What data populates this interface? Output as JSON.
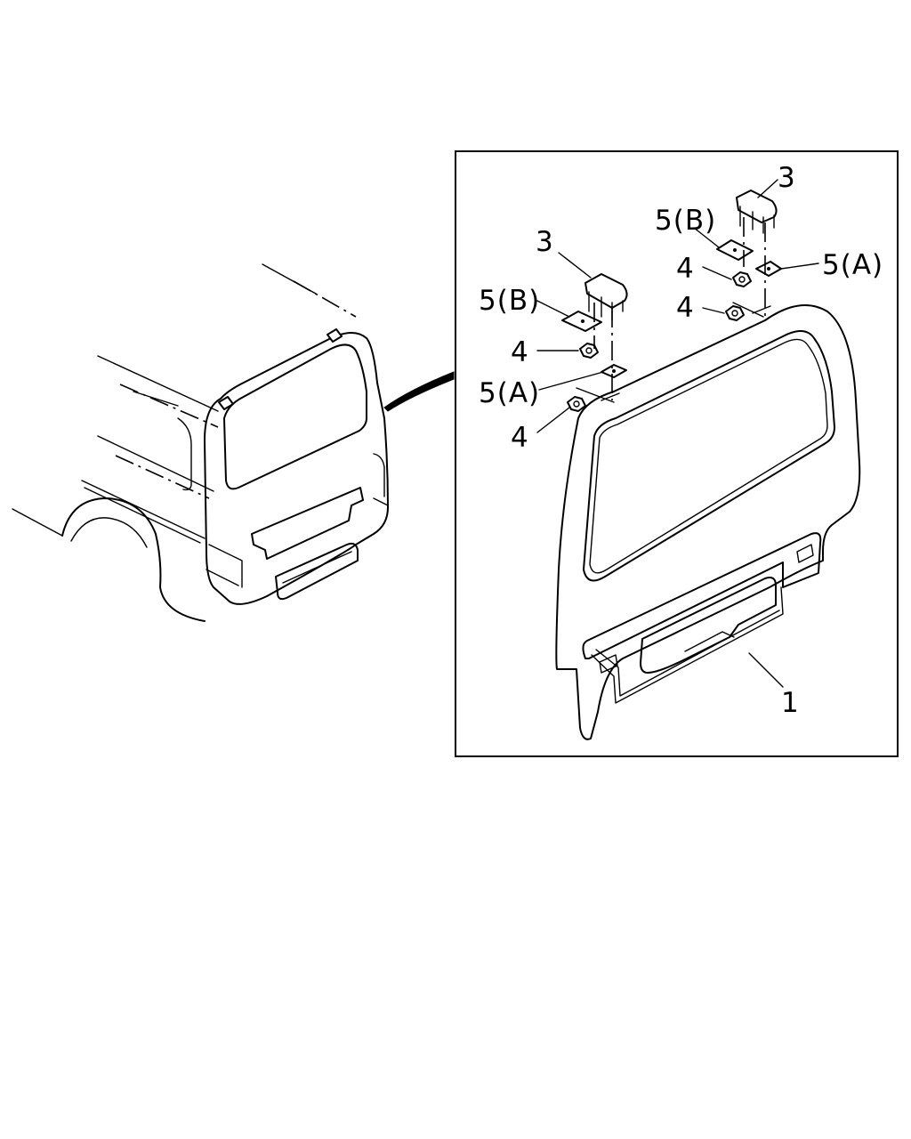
{
  "callouts": {
    "tailgate": "1",
    "hinge_left": "3",
    "hinge_right": "3",
    "nut_left_upper": "4",
    "nut_left_lower": "4",
    "nut_right_upper": "4",
    "nut_right_lower": "4",
    "shim_b_left": "5(B)",
    "shim_a_left": "5(A)",
    "shim_b_right": "5(B)",
    "shim_a_right": "5(A)"
  }
}
